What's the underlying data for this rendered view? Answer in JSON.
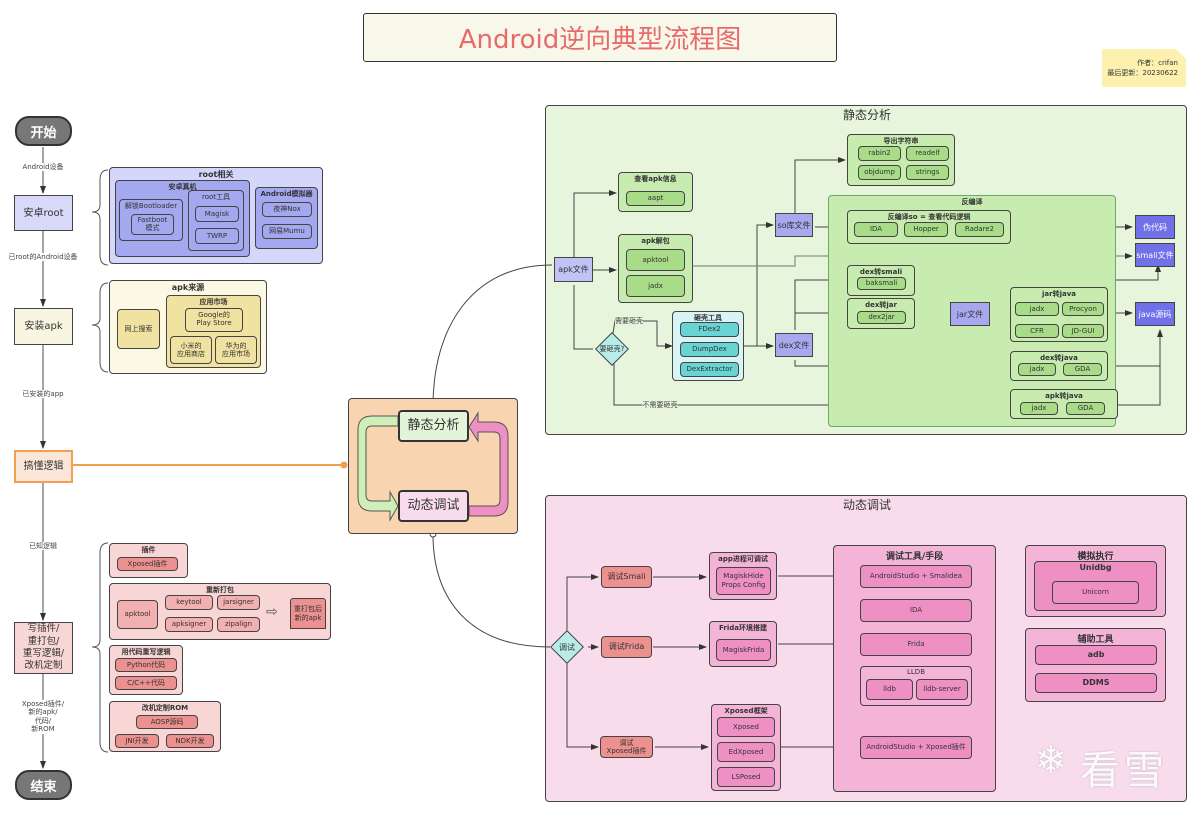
{
  "title": "Android逆向典型流程图",
  "note": {
    "author_label": "作者：",
    "author": "crifan",
    "updated_label": "最后更新：",
    "updated": "20230622"
  },
  "main_flow": {
    "start": "开始",
    "edge1": "Android设备",
    "root": "安卓root",
    "edge2": "已root的Android设备",
    "install": "安装apk",
    "edge3": "已安装的app",
    "understand": "搞懂逻辑",
    "edge4": "已知逻辑",
    "modify": "写插件/\n重打包/\n重写逻辑/\n改机定制",
    "edge5": "Xposed插件/\n新的apk/\n代码/\n新ROM",
    "end": "结束"
  },
  "root_group": {
    "title": "root相关",
    "phone": {
      "title": "安卓真机",
      "unlock_title": "解锁Bootloader",
      "fastboot": "Fastboot\n模式",
      "tools_title": "root工具",
      "magisk": "Magisk",
      "twrp": "TWRP"
    },
    "emulator": {
      "title": "Android模拟器",
      "nox": "夜神Nox",
      "mumu": "网易Mumu"
    }
  },
  "apk_source": {
    "title": "apk来源",
    "search": "网上搜索",
    "market_title": "应用市场",
    "google": "Google的\nPlay Store",
    "xiaomi": "小米的\n应用商店",
    "huawei": "华为的\n应用市场"
  },
  "modify_group": {
    "plugin_title": "插件",
    "xposed_plugin": "Xposed插件",
    "repack_title": "重新打包",
    "apktool": "apktool",
    "keytool": "keytool",
    "jarsigner": "jarsigner",
    "apksigner": "apksigner",
    "zipalign": "zipalign",
    "repacked": "重打包后\n新的apk",
    "rewrite_title": "用代码重写逻辑",
    "python": "Python代码",
    "cpp": "C/C++代码",
    "rom_title": "改机定制ROM",
    "aosp": "AOSP源码",
    "jni": "JNI开发",
    "ndk": "NDK开发"
  },
  "cycle": {
    "static": "静态分析",
    "dynamic": "动态调试"
  },
  "static_panel": {
    "title": "静态分析",
    "apk_file": "apk文件",
    "apk_info_title": "查看apk信息",
    "aapt": "aapt",
    "unpack_title": "apk解包",
    "apktool": "apktool",
    "jadx": "jadx",
    "need_unpack_q": "要砸壳?",
    "need_unpack": "需要砸壳",
    "no_unpack": "不需要砸壳",
    "unpacker_title": "砸壳工具",
    "fdex2": "FDex2",
    "dumpdex": "DumpDex",
    "dexextractor": "DexExtractor",
    "so_file": "so库文件",
    "dex_file": "dex文件",
    "strings_title": "导出字符串",
    "rabin2": "rabin2",
    "readelf": "readelf",
    "objdump": "objdump",
    "strings": "strings",
    "decompile_title": "反编译",
    "so_decompile_title": "反编译so = 查看代码逻辑",
    "ida": "IDA",
    "hopper": "Hopper",
    "radare2": "Radare2",
    "dex2smali_title": "dex转smali",
    "baksmali": "baksmali",
    "dex2jar_title": "dex转jar",
    "dex2jar": "dex2jar",
    "jar_file": "jar文件",
    "jar2java_title": "jar转java",
    "jar_jadx": "jadx",
    "procyon": "Procyon",
    "cfr": "CFR",
    "jdgui": "JD-GUI",
    "dex2java_title": "dex转java",
    "dex_jadx": "jadx",
    "dex_gda": "GDA",
    "apk2java_title": "apk转java",
    "apk_jadx": "jadx",
    "apk_gda": "GDA",
    "pseudo_code": "伪代码",
    "smali_file": "smali文件",
    "java_source": "java源码"
  },
  "dynamic_panel": {
    "title": "动态调试",
    "debug_q": "调试",
    "debug_smali": "调试Smali",
    "debug_frida": "调试Frida",
    "debug_xposed": "调试\nXposed插件",
    "debuggable_title": "app进程可调试",
    "magiskhide": "MagiskHide\nProps Config",
    "frida_env_title": "Frida环境搭建",
    "magiskfrida": "MagiskFrida",
    "xposed_fw_title": "Xposed框架",
    "xposed": "Xposed",
    "edxposed": "EdXposed",
    "lsposed": "LSPosed",
    "tools_title": "调试工具/手段",
    "as_smalidea": "AndroidStudio + Smalidea",
    "ida": "IDA",
    "frida": "Frida",
    "lldb_title": "LLDB",
    "lldb": "lldb",
    "lldb_server": "lldb-server",
    "as_xposed": "AndroidStudio + Xposed插件",
    "emu_title": "模拟执行",
    "unidbg_title": "Unidbg",
    "unicorn": "Unicorn",
    "aux_title": "辅助工具",
    "adb": "adb",
    "ddms": "DDMS"
  },
  "watermark": "看雪",
  "colors": {
    "title_red": "#e86a6a",
    "static_bg": "#e6f5dc",
    "dynamic_bg": "#f8dcec",
    "orange": "#f0a050"
  }
}
